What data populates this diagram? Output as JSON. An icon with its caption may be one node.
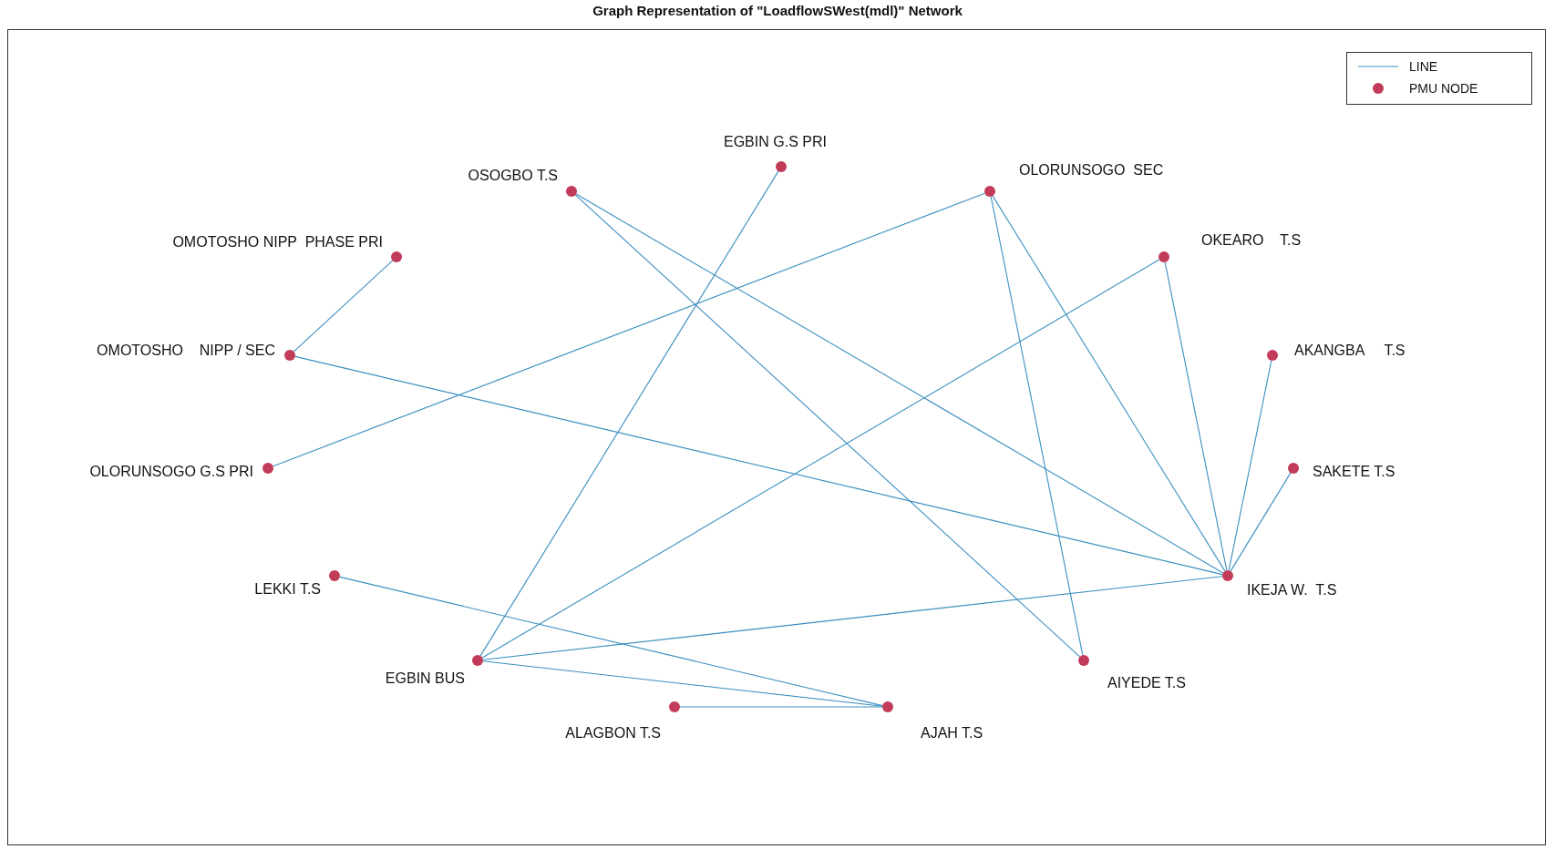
{
  "diagram": {
    "title": "Graph Representation of \"LoadflowSWest(mdl)\" Network",
    "nodes": [
      {
        "text": [],
        "shape": "circle",
        "beside": [
          "OSOGBO T.S"
        ]
      },
      {
        "text": [],
        "shape": "circle",
        "beside": [
          "EGBIN G.S PRI"
        ]
      },
      {
        "text": [],
        "shape": "circle",
        "beside": [
          "OLORUNSOGO  SEC"
        ]
      },
      {
        "text": [],
        "shape": "circle",
        "beside": [
          "OMOTOSHO NIPP  PHASE PRI"
        ]
      },
      {
        "text": [],
        "shape": "circle",
        "beside": [
          "OKEARO    T.S"
        ]
      },
      {
        "text": [],
        "shape": "circle",
        "beside": [
          "OMOTOSHO    NIPP / SEC"
        ]
      },
      {
        "text": [],
        "shape": "circle",
        "beside": [
          "AKANGBA     T.S"
        ]
      },
      {
        "text": [],
        "shape": "circle",
        "beside": [
          "OLORUNSOGO G.S PRI"
        ]
      },
      {
        "text": [],
        "shape": "circle",
        "beside": [
          "SAKETE T.S"
        ]
      },
      {
        "text": [],
        "shape": "circle",
        "beside": [
          "LEKKI T.S"
        ]
      },
      {
        "text": [],
        "shape": "circle",
        "beside": [
          "IKEJA W.  T.S"
        ]
      },
      {
        "text": [],
        "shape": "circle",
        "beside": [
          "EGBIN BUS"
        ]
      },
      {
        "text": [],
        "shape": "circle",
        "beside": [
          "AIYEDE T.S"
        ]
      },
      {
        "text": [],
        "shape": "circle",
        "beside": [
          "ALAGBON T.S"
        ]
      },
      {
        "text": [],
        "shape": "circle",
        "beside": [
          "AJAH T.S"
        ]
      }
    ],
    "edges": [
      {
        "from": 3,
        "to": 5,
        "arrow": "none"
      },
      {
        "from": 5,
        "to": 10,
        "arrow": "none"
      },
      {
        "from": 7,
        "to": 2,
        "arrow": "none"
      },
      {
        "from": 0,
        "to": 10,
        "arrow": "none"
      },
      {
        "from": 0,
        "to": 12,
        "arrow": "none"
      },
      {
        "from": 1,
        "to": 11,
        "arrow": "none"
      },
      {
        "from": 2,
        "to": 12,
        "arrow": "none"
      },
      {
        "from": 2,
        "to": 10,
        "arrow": "none"
      },
      {
        "from": 4,
        "to": 11,
        "arrow": "none"
      },
      {
        "from": 4,
        "to": 10,
        "arrow": "none"
      },
      {
        "from": 6,
        "to": 10,
        "arrow": "none"
      },
      {
        "from": 8,
        "to": 10,
        "arrow": "none"
      },
      {
        "from": 10,
        "to": 11,
        "arrow": "none"
      },
      {
        "from": 9,
        "to": 14,
        "arrow": "none"
      },
      {
        "from": 11,
        "to": 14,
        "arrow": "none"
      },
      {
        "from": 13,
        "to": 14,
        "arrow": "none"
      }
    ],
    "legend": [
      {
        "text": "LINE"
      },
      {
        "text": "PMU NODE"
      }
    ]
  }
}
